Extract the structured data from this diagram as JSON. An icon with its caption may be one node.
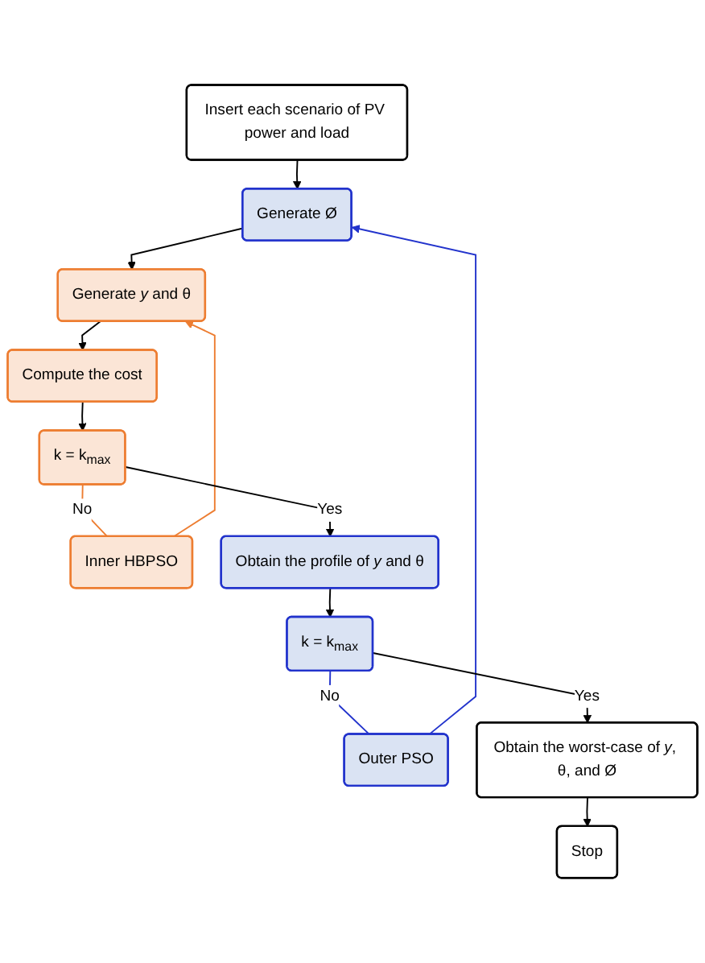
{
  "diagram": {
    "nodes": [
      {
        "text": [
          "Insert each scenario of PV power and load"
        ]
      },
      {
        "text": [
          "Generate Ø"
        ]
      },
      {
        "text": [
          "Generate *y* and θ"
        ]
      },
      {
        "text": [
          "Compute the cost"
        ]
      },
      {
        "text": [
          "k = k$_{max}$"
        ]
      },
      {
        "text": [
          "Inner HBPSO"
        ]
      },
      {
        "text": [
          "Obtain the profile of *y* and θ"
        ]
      },
      {
        "text": [
          "k = k$_{max}$"
        ]
      },
      {
        "text": [
          "Outer PSO"
        ]
      },
      {
        "text": [
          "Obtain the worst-case of *y*, θ, and Ø"
        ]
      },
      {
        "text": [
          "Stop"
        ]
      }
    ],
    "edges": [
      {
        "from": 0,
        "to": 1,
        "arrow": "to"
      },
      {
        "from": 1,
        "to": 2,
        "arrow": "to"
      },
      {
        "from": 2,
        "to": 3,
        "arrow": "to"
      },
      {
        "from": 3,
        "to": 4,
        "arrow": "to"
      },
      {
        "from": 4,
        "to": 5,
        "arrow": "none",
        "label": "No",
        "color": "#ed7d31"
      },
      {
        "from": 5,
        "to": 2,
        "arrow": "to",
        "color": "#ed7d31"
      },
      {
        "from": 4,
        "to": 6,
        "arrow": "to",
        "label": "Yes"
      },
      {
        "from": 6,
        "to": 7,
        "arrow": "to"
      },
      {
        "from": 7,
        "to": 8,
        "arrow": "none",
        "label": "No",
        "color": "#2233cc"
      },
      {
        "from": 8,
        "to": 1,
        "arrow": "to",
        "color": "#2233cc"
      },
      {
        "from": 7,
        "to": 9,
        "arrow": "to",
        "label": "Yes"
      },
      {
        "from": 9,
        "to": 10,
        "arrow": "to"
      }
    ]
  }
}
